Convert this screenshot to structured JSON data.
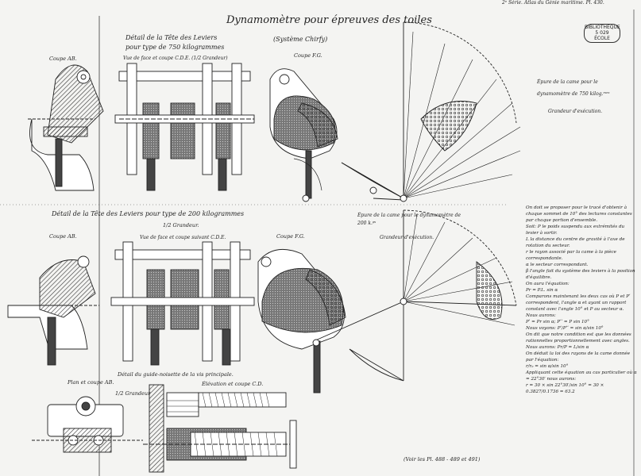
{
  "header": "2ᵉ Série. Atlas du Génie maritime. Pl. 430.",
  "title": "Dynamomètre pour épreuves des toiles",
  "system": "(Système Chirfy)",
  "stamp": [
    "BIBLIOTHÈQUE",
    "5 029",
    "ÉCOLE"
  ],
  "top": {
    "heading": "Détail de la Tête des Leviers",
    "subheading": "pour type de 750 kilogrammes",
    "plan_note": "Vue de face et coupe C.D.E. (1/2 Grandeur)",
    "coupe_ab": "Coupe AB.",
    "coupe_fg": "Coupe F.G.",
    "epure": "Épure de la came pour le dynamomètre de 750 kilog.ᵐᵉˢ",
    "grandeur": "Grandeur d'exécution."
  },
  "bottom": {
    "heading": "Détail de la Tête des Leviers pour type de 200 kilogrammes",
    "grandeur": "1/2 Grandeur.",
    "coupe_ab": "Coupe AB.",
    "coupe_fg": "Coupe F.G.",
    "vue": "Vue de face et coupe suivant C.D.E.",
    "epure": "Épure de la came pour le dynamomètre de 200 k.ᵍˢ",
    "grandeur_exec": "Grandeur d'exécution."
  },
  "lower": {
    "plan": "Plan et coupe AB.",
    "grandeur": "1/2 Grandeur",
    "detail": "Détail du guide-noisette de la vis principale.",
    "elevation": "Élévation et coupe C.D."
  },
  "right_notes": [
    "On doit se proposer pour le tracé d'obtenir à chaque sommet de 10° des lectures constantes par chaque portion d'ensemble.",
    "Soit: P le poids suspendu aux extrémités du levier à sortir.",
    "L la distance du centre de gravité à l'axe de rotation du secteur.",
    "r le rayon associé par la came à la pièce correspondante.",
    "α le secteur correspondant.",
    "β l'angle fait du système des leviers à la position d'équilibre.",
    "On aura l'équation:",
    "Pr = P.L. sin α",
    "Comparons maintenant les deux cas où P et Pʹ correspondent, l'angle α et ayant un rapport constant avec l'angle 10° et P au secteur α.",
    "Nous aurons:",
    "Pʹ = Pr sin α; Pʹʹ = P sin 10°",
    "Nous voyons: Pʹ/Pʹʹ = sin α/sin 10°",
    "On dit que notre condition est que les données rationnelles proportionnellement avec angles.",
    "Nous aurons: Pr/P = L/sin α",
    "On déduit la loi des rayons de la came donnée par l'équation:",
    "r/r₀ = sin α/sin 10°",
    "Appliquant cette équation au cas particulier où α = 22°30′ nous aurons:",
    "r = 30 × sin 22°30′/sin 10° = 30 × 0.3827/0.1736 = 63.2"
  ],
  "reference": "(Voir les Pl. 488 - 489 et 491)"
}
